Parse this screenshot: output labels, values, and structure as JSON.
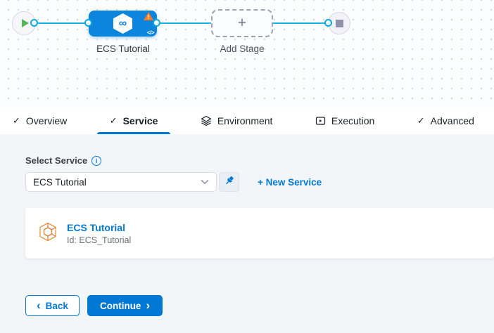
{
  "graph": {
    "stage_label": "ECS Tutorial",
    "add_stage_label": "Add Stage",
    "glyphs": {
      "harness_cd": "∞",
      "warning": "!",
      "code": "</>",
      "plus": "+"
    }
  },
  "tabs": [
    {
      "label": "Overview",
      "icon": "check-icon",
      "glyph": "✓",
      "active": false
    },
    {
      "label": "Service",
      "icon": "check-icon",
      "glyph": "✓",
      "active": true
    },
    {
      "label": "Environment",
      "icon": "layers-icon",
      "glyph": "",
      "active": false
    },
    {
      "label": "Execution",
      "icon": "execution-icon",
      "glyph": "",
      "active": false
    },
    {
      "label": "Advanced",
      "icon": "check-icon",
      "glyph": "✓",
      "active": false
    }
  ],
  "panel": {
    "select_label": "Select Service",
    "info_glyph": "i",
    "dropdown_value": "ECS Tutorial",
    "new_service_link": "+ New Service",
    "card": {
      "title": "ECS Tutorial",
      "id": "Id: ECS_Tutorial"
    },
    "back_label": "Back",
    "continue_label": "Continue",
    "back_chevron": "‹",
    "continue_chevron": "›"
  },
  "colors": {
    "primary_blue": "#0278d5",
    "node_blue": "#0b85dd",
    "line_blue": "#18b3e6",
    "warning_orange": "#fb7c22",
    "play_green": "#57b457",
    "ecs_icon_orange": "#dd7d33",
    "content_bg": "#f3f6f9"
  }
}
